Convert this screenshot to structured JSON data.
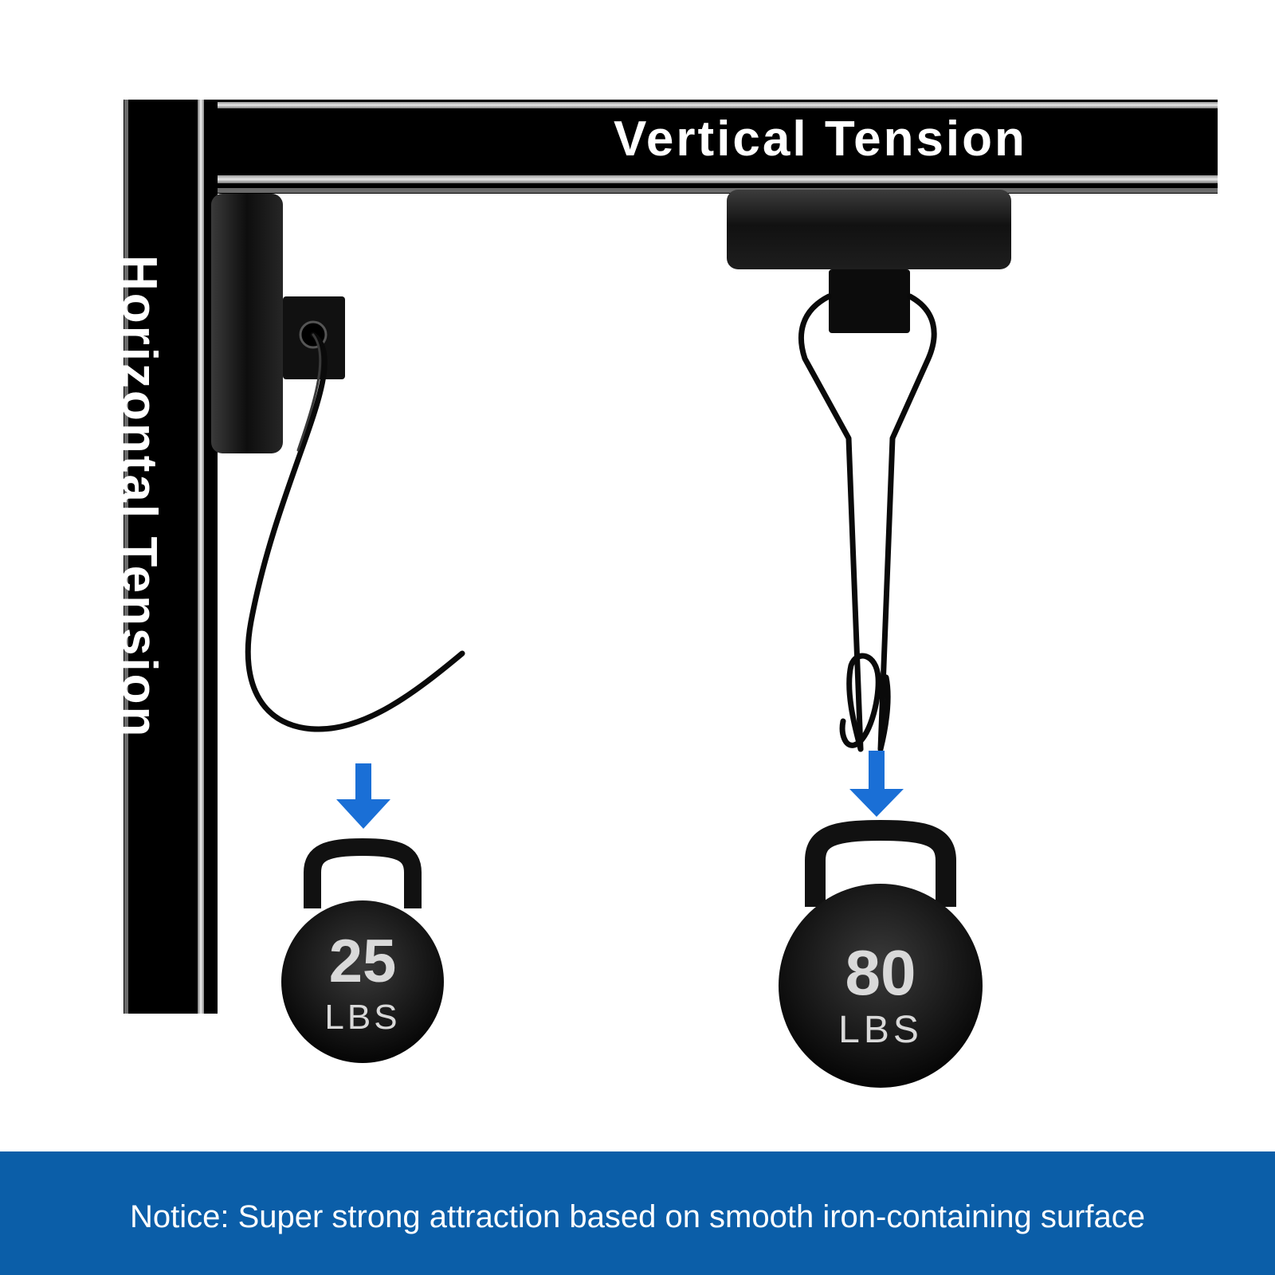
{
  "labels": {
    "vertical": "Vertical Tension",
    "horizontal": "Horizontal Tension"
  },
  "weights": {
    "left": {
      "value": "25",
      "unit": "LBS"
    },
    "right": {
      "value": "80",
      "unit": "LBS"
    }
  },
  "notice": "Notice: Super strong attraction based on smooth iron-containing surface",
  "colors": {
    "arrow": "#1a6fd6",
    "banner": "#0b5ea8",
    "bar": "#000000",
    "text": "#ffffff"
  },
  "icons": {
    "left_magnet": "magnet-side-mount-icon",
    "right_magnet": "magnet-ceiling-mount-icon",
    "left_hook": "s-hook-icon",
    "right_hook": "swivel-hook-icon",
    "arrows": "down-arrow-icon",
    "weights": "kettlebell-icon"
  }
}
